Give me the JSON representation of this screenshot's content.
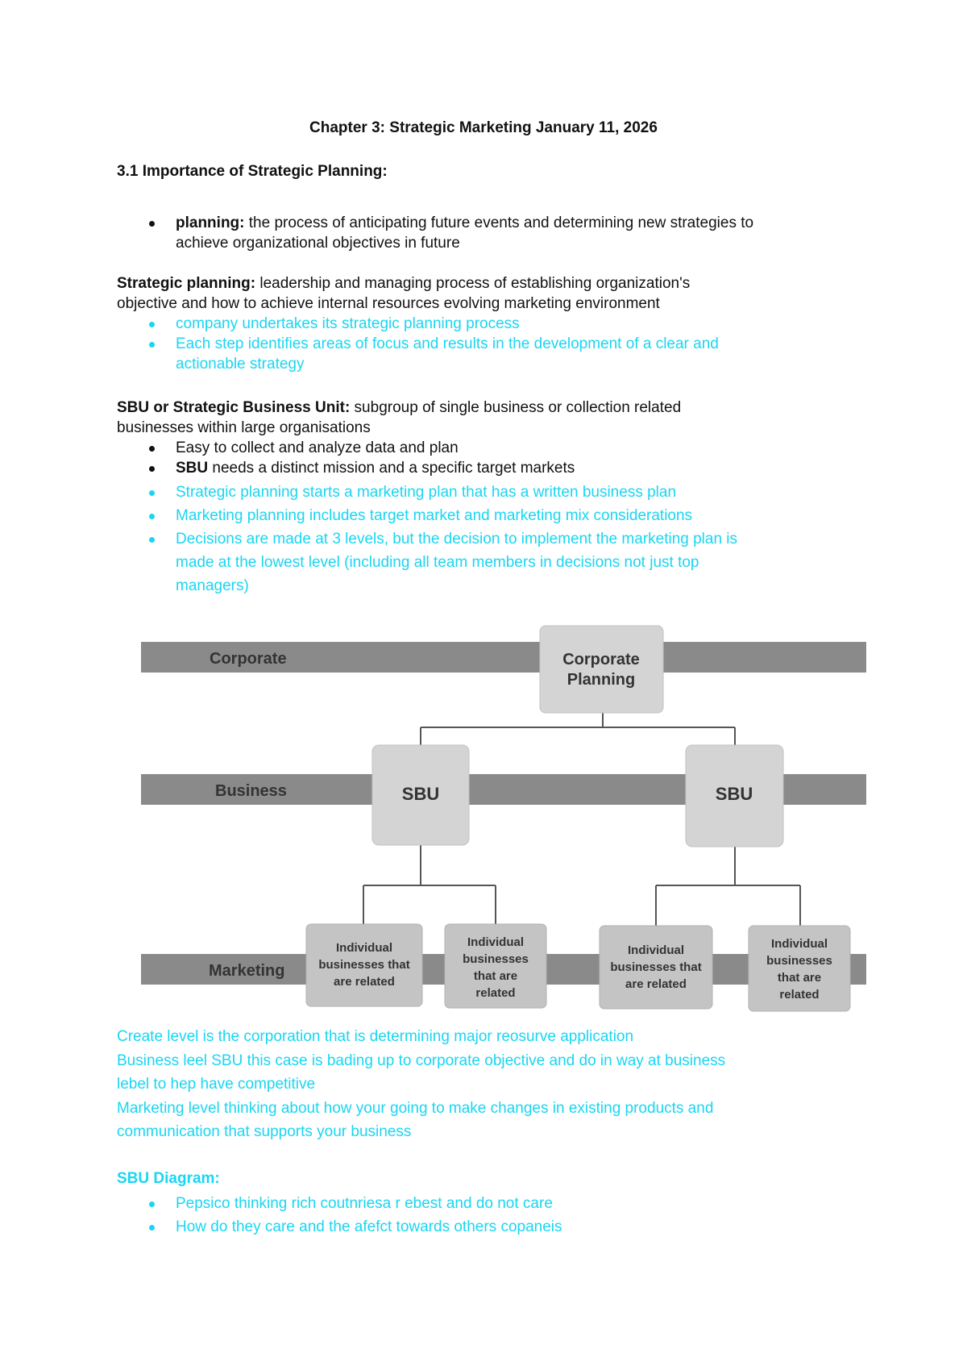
{
  "title": "Chapter 3: Strategic Marketing January 11, 2026",
  "section_heading": "3.1 Importance of Strategic Planning:",
  "planning_item": {
    "term": "planning:",
    "line1": " the process of anticipating future events and determining new strategies to",
    "line2": "achieve organizational objectives in future"
  },
  "strategic_planning": {
    "term": "Strategic planning:",
    "line1": " leadership and managing process of establishing organization's",
    "line2": "objective and how to achieve internal resources evolving marketing environment",
    "bullets": [
      "company undertakes its strategic planning process",
      "Each step identifies areas of focus and results in the development of a clear and",
      "actionable strategy"
    ]
  },
  "sbu": {
    "term": "SBU or Strategic Business Unit:",
    "line1": " subgroup of single business or collection related",
    "line2": "businesses within large organisations",
    "bullet1": "Easy to collect and analyze data and plan",
    "bullet2_term": "SBU",
    "bullet2_rest": " needs a distinct mission and a specific target markets",
    "cyan_bullets": [
      "Strategic planning starts a marketing plan that has a written business plan",
      "Marketing planning includes target market and marketing mix considerations",
      "Decisions are made at 3 levels, but the decision to implement the marketing plan is",
      "made at the lowest level (including all team members in decisions not just top",
      "managers)"
    ]
  },
  "diagram": {
    "bands": [
      "Corporate",
      "Business",
      "Marketing"
    ],
    "corporate_box": [
      "Corporate",
      "Planning"
    ],
    "sbu_label": "SBU",
    "unit_boxes": [
      [
        "Individual",
        "businesses that",
        "are related"
      ],
      [
        "Individual",
        "businesses",
        "that are",
        "related"
      ],
      [
        "Individual",
        "businesses that",
        "are related"
      ],
      [
        "Individual",
        "businesses",
        "that are",
        "related"
      ]
    ]
  },
  "notes": [
    "Create level is the corporation that is determining major reosurve application",
    "Business leel SBU this case is bading up to corporate objective and do in way at business",
    "lebel to hep have competitive",
    "Marketing level thinking about how your going to make changes in existing products and",
    "communication that supports your business"
  ],
  "sbu_diagram": {
    "heading": "SBU Diagram:",
    "bullets": [
      "Pepsico thinking rich coutnriesa r ebest and do not care",
      "How do they care and the afefct towards others copaneis"
    ]
  },
  "colors": {
    "accent": "#19d6f2",
    "band": "#8a8a8a",
    "box": "#d4d4d4",
    "connector": "#555555"
  }
}
